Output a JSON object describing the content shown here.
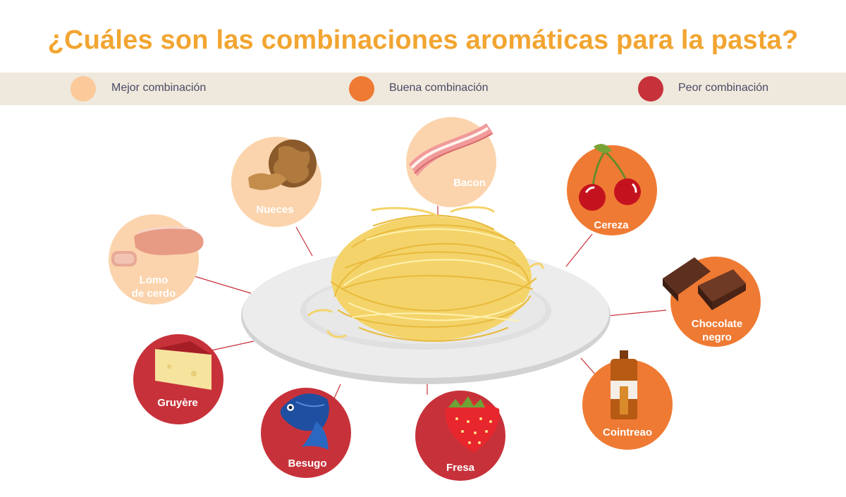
{
  "title": "¿Cuáles son las combinaciones aromáticas para la pasta?",
  "legend": [
    {
      "label": "Mejor combinación",
      "color": "#fbc99a"
    },
    {
      "label": "Buena combinación",
      "color": "#ef7a33"
    },
    {
      "label": "Peor combinación",
      "color": "#c7323a"
    }
  ],
  "colors": {
    "best": "#fbd4ad",
    "good": "#ef7a33",
    "worst": "#c7323a",
    "connector": "#c7323a",
    "legend_bar": "#efe8dc",
    "title": "#f2a531"
  },
  "items": [
    {
      "name": "Nueces",
      "category": "best",
      "icon": "walnut-icon"
    },
    {
      "name": "Bacon",
      "category": "best",
      "icon": "bacon-icon"
    },
    {
      "name": "Lomo de cerdo",
      "category": "best",
      "icon": "pork-loin-icon"
    },
    {
      "name": "Cereza",
      "category": "good",
      "icon": "cherry-icon"
    },
    {
      "name": "Chocolate negro",
      "category": "good",
      "icon": "chocolate-icon"
    },
    {
      "name": "Cointreao",
      "category": "good",
      "icon": "bottle-icon"
    },
    {
      "name": "Gruyère",
      "category": "worst",
      "icon": "cheese-icon"
    },
    {
      "name": "Besugo",
      "category": "worst",
      "icon": "fish-icon"
    },
    {
      "name": "Fresa",
      "category": "worst",
      "icon": "strawberry-icon"
    }
  ]
}
